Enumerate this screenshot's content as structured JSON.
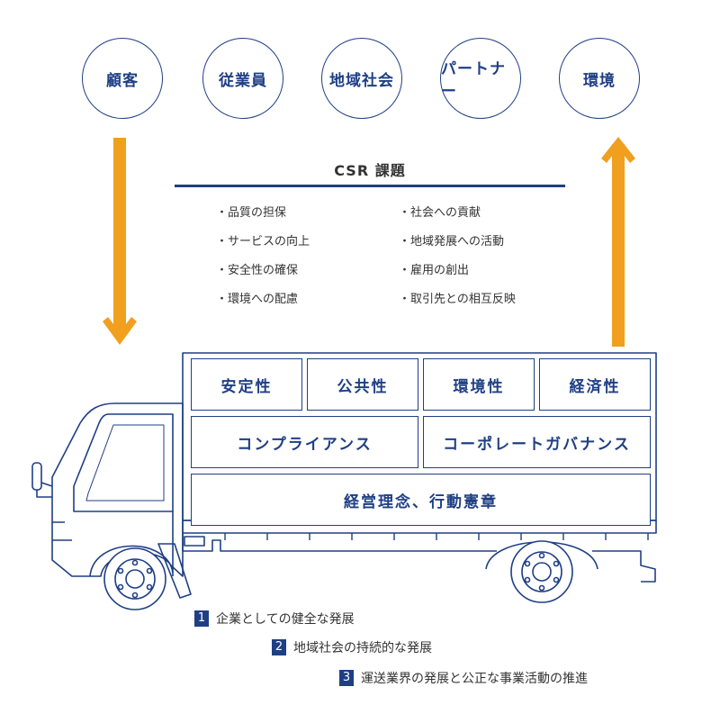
{
  "stakeholders": [
    "顧客",
    "従業員",
    "地域社会",
    "パートナー",
    "環境"
  ],
  "csr": {
    "title": "CSR 課題",
    "issues_left": [
      "品質の担保",
      "サービスの向上",
      "安全性の確保",
      "環境への配慮"
    ],
    "issues_right": [
      "社会への貢献",
      "地域発展への活動",
      "雇用の創出",
      "取引先との相互反映"
    ]
  },
  "truck": {
    "pillars_top": [
      "安定性",
      "公共性",
      "環境性",
      "経済性"
    ],
    "pillars_middle": [
      "コンプライアンス",
      "コーポレートガバナンス"
    ],
    "foundation": "経営理念、行動憲章"
  },
  "goals": [
    {
      "num": "1",
      "text": "企業としての健全な発展"
    },
    {
      "num": "2",
      "text": "地域社会の持続的な発展"
    },
    {
      "num": "3",
      "text": "運送業界の発展と公正な事業活動の推進"
    }
  ],
  "colors": {
    "navy": "#1f3f85",
    "arrow": "#f0a01e",
    "text": "#333333"
  }
}
